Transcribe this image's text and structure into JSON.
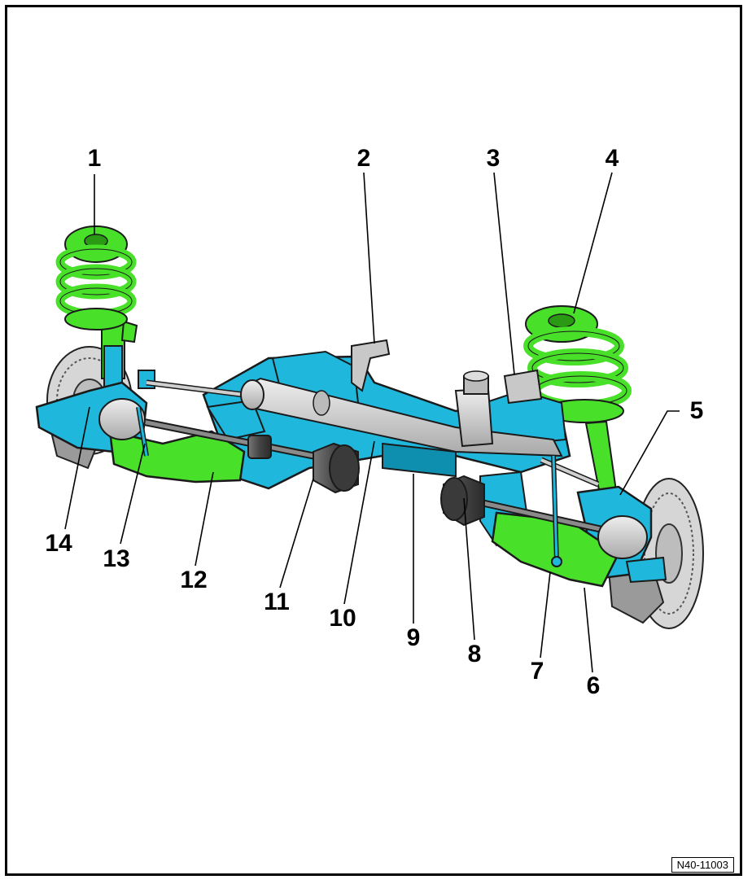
{
  "figure": {
    "reference": "N40-11003",
    "callouts": [
      "1",
      "2",
      "3",
      "4",
      "5",
      "6",
      "7",
      "8",
      "9",
      "10",
      "11",
      "12",
      "13",
      "14"
    ]
  },
  "colors": {
    "subframe": "#1fb8dc",
    "subframe_dark": "#0f8fb0",
    "spring": "#49e02a",
    "spring_dark": "#2a9a14",
    "grey_part": "#c8c8c8",
    "dark_part": "#555555",
    "outline": "#1a1a1a"
  }
}
